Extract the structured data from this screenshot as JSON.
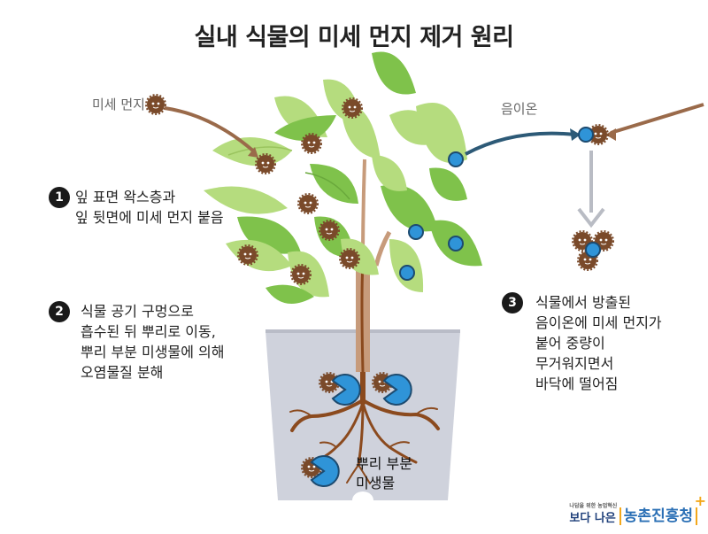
{
  "title": "실내 식물의 미세 먼지 제거 원리",
  "labels": {
    "dust": "미세 먼지",
    "ion": "음이온",
    "root_microbes": "뿌리 부분\n미생물"
  },
  "steps": [
    {
      "num": "1",
      "text": "잎 표면 왁스층과\n잎 뒷면에 미세 먼지 붙음"
    },
    {
      "num": "2",
      "text": "식물 공기 구멍으로\n흡수된 뒤 뿌리로 이동,\n뿌리 부분 미생물에 의해\n오염물질 분해"
    },
    {
      "num": "3",
      "text": "식물에서 방출된\n음이온에 미세 먼지가\n붙어 중량이\n무거워지면서\n바닥에 떨어짐"
    }
  ],
  "logo": {
    "small": "나답을 위한 농업혁신",
    "left": "보다 나은",
    "right": "농촌진흥청"
  },
  "colors": {
    "leaf_light": "#b5dc7e",
    "leaf_dark": "#7fc24b",
    "stem": "#c79b7b",
    "root": "#8b4a1e",
    "pot": "#cfd2dc",
    "ion": "#2f94d8",
    "dust": "#7a4a2a",
    "arrow_dust": "#9a6a4a",
    "arrow_ion": "#2d5a77",
    "arrow_fall": "#b9bcc4"
  }
}
